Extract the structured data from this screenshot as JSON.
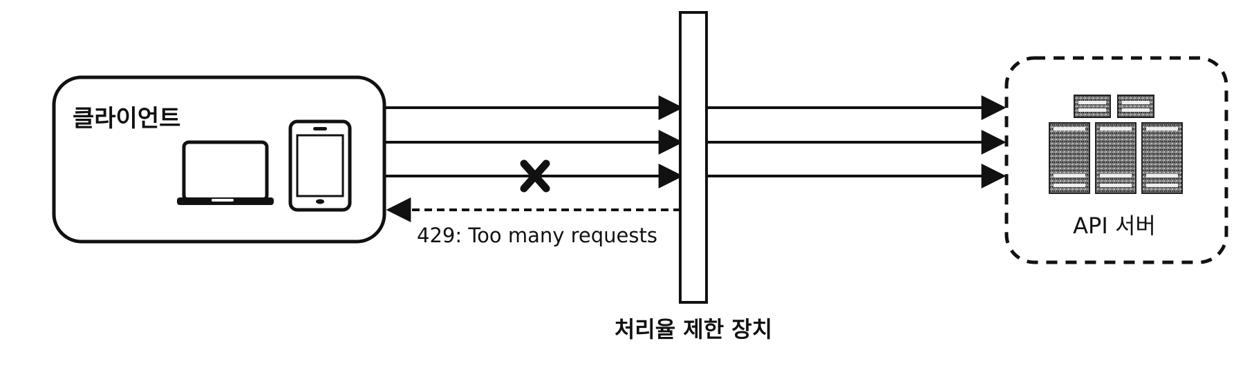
{
  "client": {
    "label": "클라이언트"
  },
  "rate_limiter": {
    "label": "처리율 제한 장치"
  },
  "server": {
    "label": "API 서버"
  },
  "response": {
    "label": "429: Too many requests"
  },
  "colors": {
    "stroke": "#111111",
    "background": "#ffffff",
    "server_fill": "#6e6e6e"
  },
  "icons": [
    "laptop-icon",
    "tablet-icon",
    "blocked-x-icon",
    "server-rack-icon"
  ]
}
